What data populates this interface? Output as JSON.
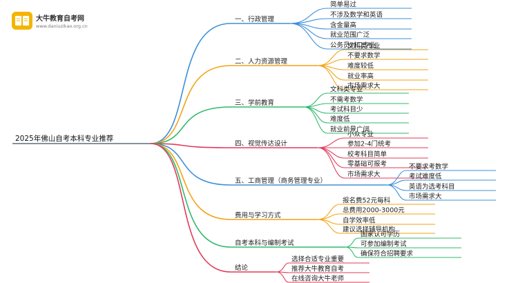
{
  "logo": {
    "title": "大牛教育自考网",
    "url": "www.daniuzikao.org.cn"
  },
  "root": "2025年佛山自考本科专业推荐",
  "colors": {
    "root_line": "#5d6d7e",
    "branches": [
      "#3b8fd9",
      "#f2a313",
      "#2fb86b",
      "#e03a59",
      "#3b8fd9",
      "#f2a313",
      "#2fb86b",
      "#e03a59"
    ]
  },
  "branches": [
    {
      "label": "一、行政管理",
      "children": [
        "简单易过",
        "不涉及数学和英语",
        "含金量高",
        "就业范围广泛",
        "公务员对口专业"
      ]
    },
    {
      "label": "二、人力资源管理",
      "children": [
        "文科类专业",
        "不要求数学",
        "难度较低",
        "就业率高",
        "市场需求大"
      ]
    },
    {
      "label": "三、学前教育",
      "children": [
        "文科类专业",
        "不需考数学",
        "考试科目少",
        "难度低",
        "就业前景广阔"
      ]
    },
    {
      "label": "四、视觉传达设计",
      "children": [
        "小众专业",
        "参加2-4门统考",
        "校考科目简单",
        "零基础可报考",
        "市场需求大"
      ]
    },
    {
      "label": "五、工商管理（商务管理专业）",
      "children": [
        "不要求考数学",
        "考试难度低",
        "英语为选考科目",
        "市场需求大"
      ]
    },
    {
      "label": "费用与学习方式",
      "children": [
        "报名费52元每科",
        "总费用2000-3000元",
        "自学效率低",
        "建议选择辅导机构"
      ]
    },
    {
      "label": "自考本科与编制考试",
      "children": [
        "国家认可学历",
        "可参加编制考试",
        "确保符合招聘要求"
      ]
    },
    {
      "label": "结论",
      "children": [
        "选择合适专业重要",
        "推荐大牛教育自考",
        "在线咨询大牛老师"
      ]
    }
  ]
}
